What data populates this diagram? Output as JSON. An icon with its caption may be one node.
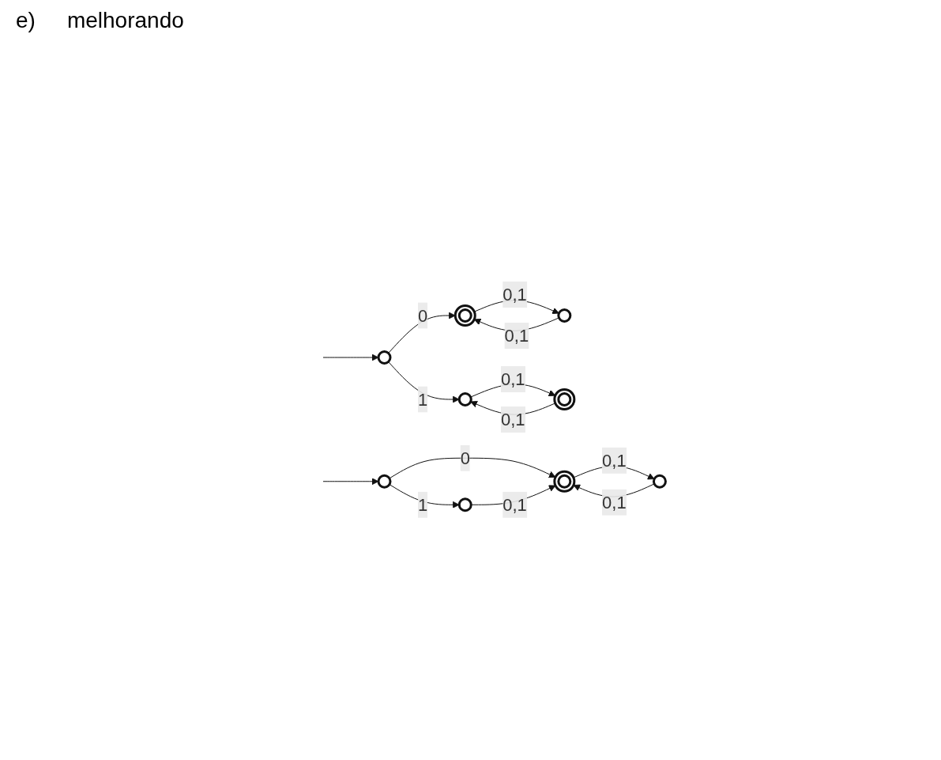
{
  "diagram": {
    "nodes": [
      {
        "text": [],
        "shape": "circle"
      },
      {
        "text": [],
        "shape": "circle"
      },
      {
        "text": [],
        "shape": "circle"
      },
      {
        "text": [],
        "shape": "circle"
      },
      {
        "text": [],
        "shape": "circle"
      },
      {
        "text": [],
        "shape": "circle"
      },
      {
        "text": [],
        "shape": "circle"
      },
      {
        "text": [],
        "shape": "circle"
      },
      {
        "text": [],
        "shape": "circle"
      }
    ],
    "edges": [
      {
        "from": null,
        "to": 0,
        "arrow": "to"
      },
      {
        "from": 0,
        "to": 1,
        "label": "0",
        "arrow": "to"
      },
      {
        "from": 1,
        "to": 2,
        "label": "0,1",
        "arrow": "to"
      },
      {
        "from": 2,
        "to": 1,
        "label": "0,1",
        "arrow": "to"
      },
      {
        "from": 0,
        "to": 3,
        "label": "1",
        "arrow": "to"
      },
      {
        "from": 3,
        "to": 4,
        "label": "0,1",
        "arrow": "to"
      },
      {
        "from": 4,
        "to": 3,
        "label": "0,1",
        "arrow": "to"
      },
      {
        "from": null,
        "to": 5,
        "arrow": "to"
      },
      {
        "from": 5,
        "to": 6,
        "label": "0",
        "arrow": "to"
      },
      {
        "from": 6,
        "to": 7,
        "label": "0,1",
        "arrow": "to"
      },
      {
        "from": 7,
        "to": 6,
        "label": "0,1",
        "arrow": "to"
      },
      {
        "from": 5,
        "to": 8,
        "label": "1",
        "arrow": "to"
      },
      {
        "from": 8,
        "to": 6,
        "label": "0,1",
        "arrow": "to"
      }
    ],
    "labels": [
      "e)",
      "melhorando"
    ]
  }
}
